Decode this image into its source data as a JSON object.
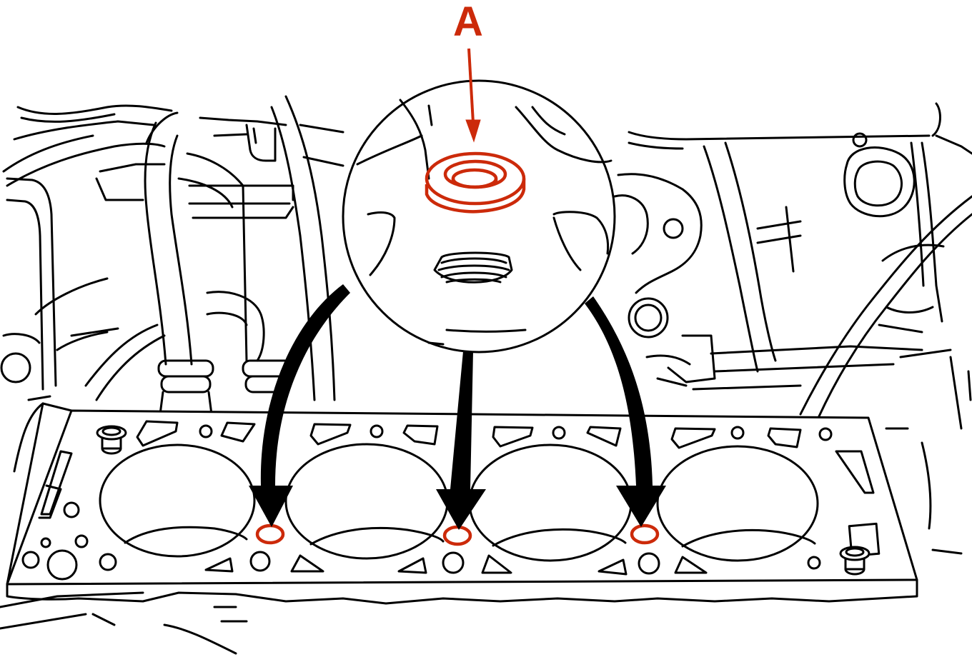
{
  "callout": {
    "label": "A",
    "color": "#cc2a0a"
  },
  "line_color": "#000000",
  "background": "#ffffff",
  "arrows": {
    "count": 3,
    "color": "#000000"
  },
  "highlighted_rings": {
    "count": 3,
    "color": "#cc2a0a"
  },
  "components": {
    "magnified_view": "seal-washer-detail",
    "gasket": "cylinder-head-gasket",
    "cylinder_bores": 4
  }
}
